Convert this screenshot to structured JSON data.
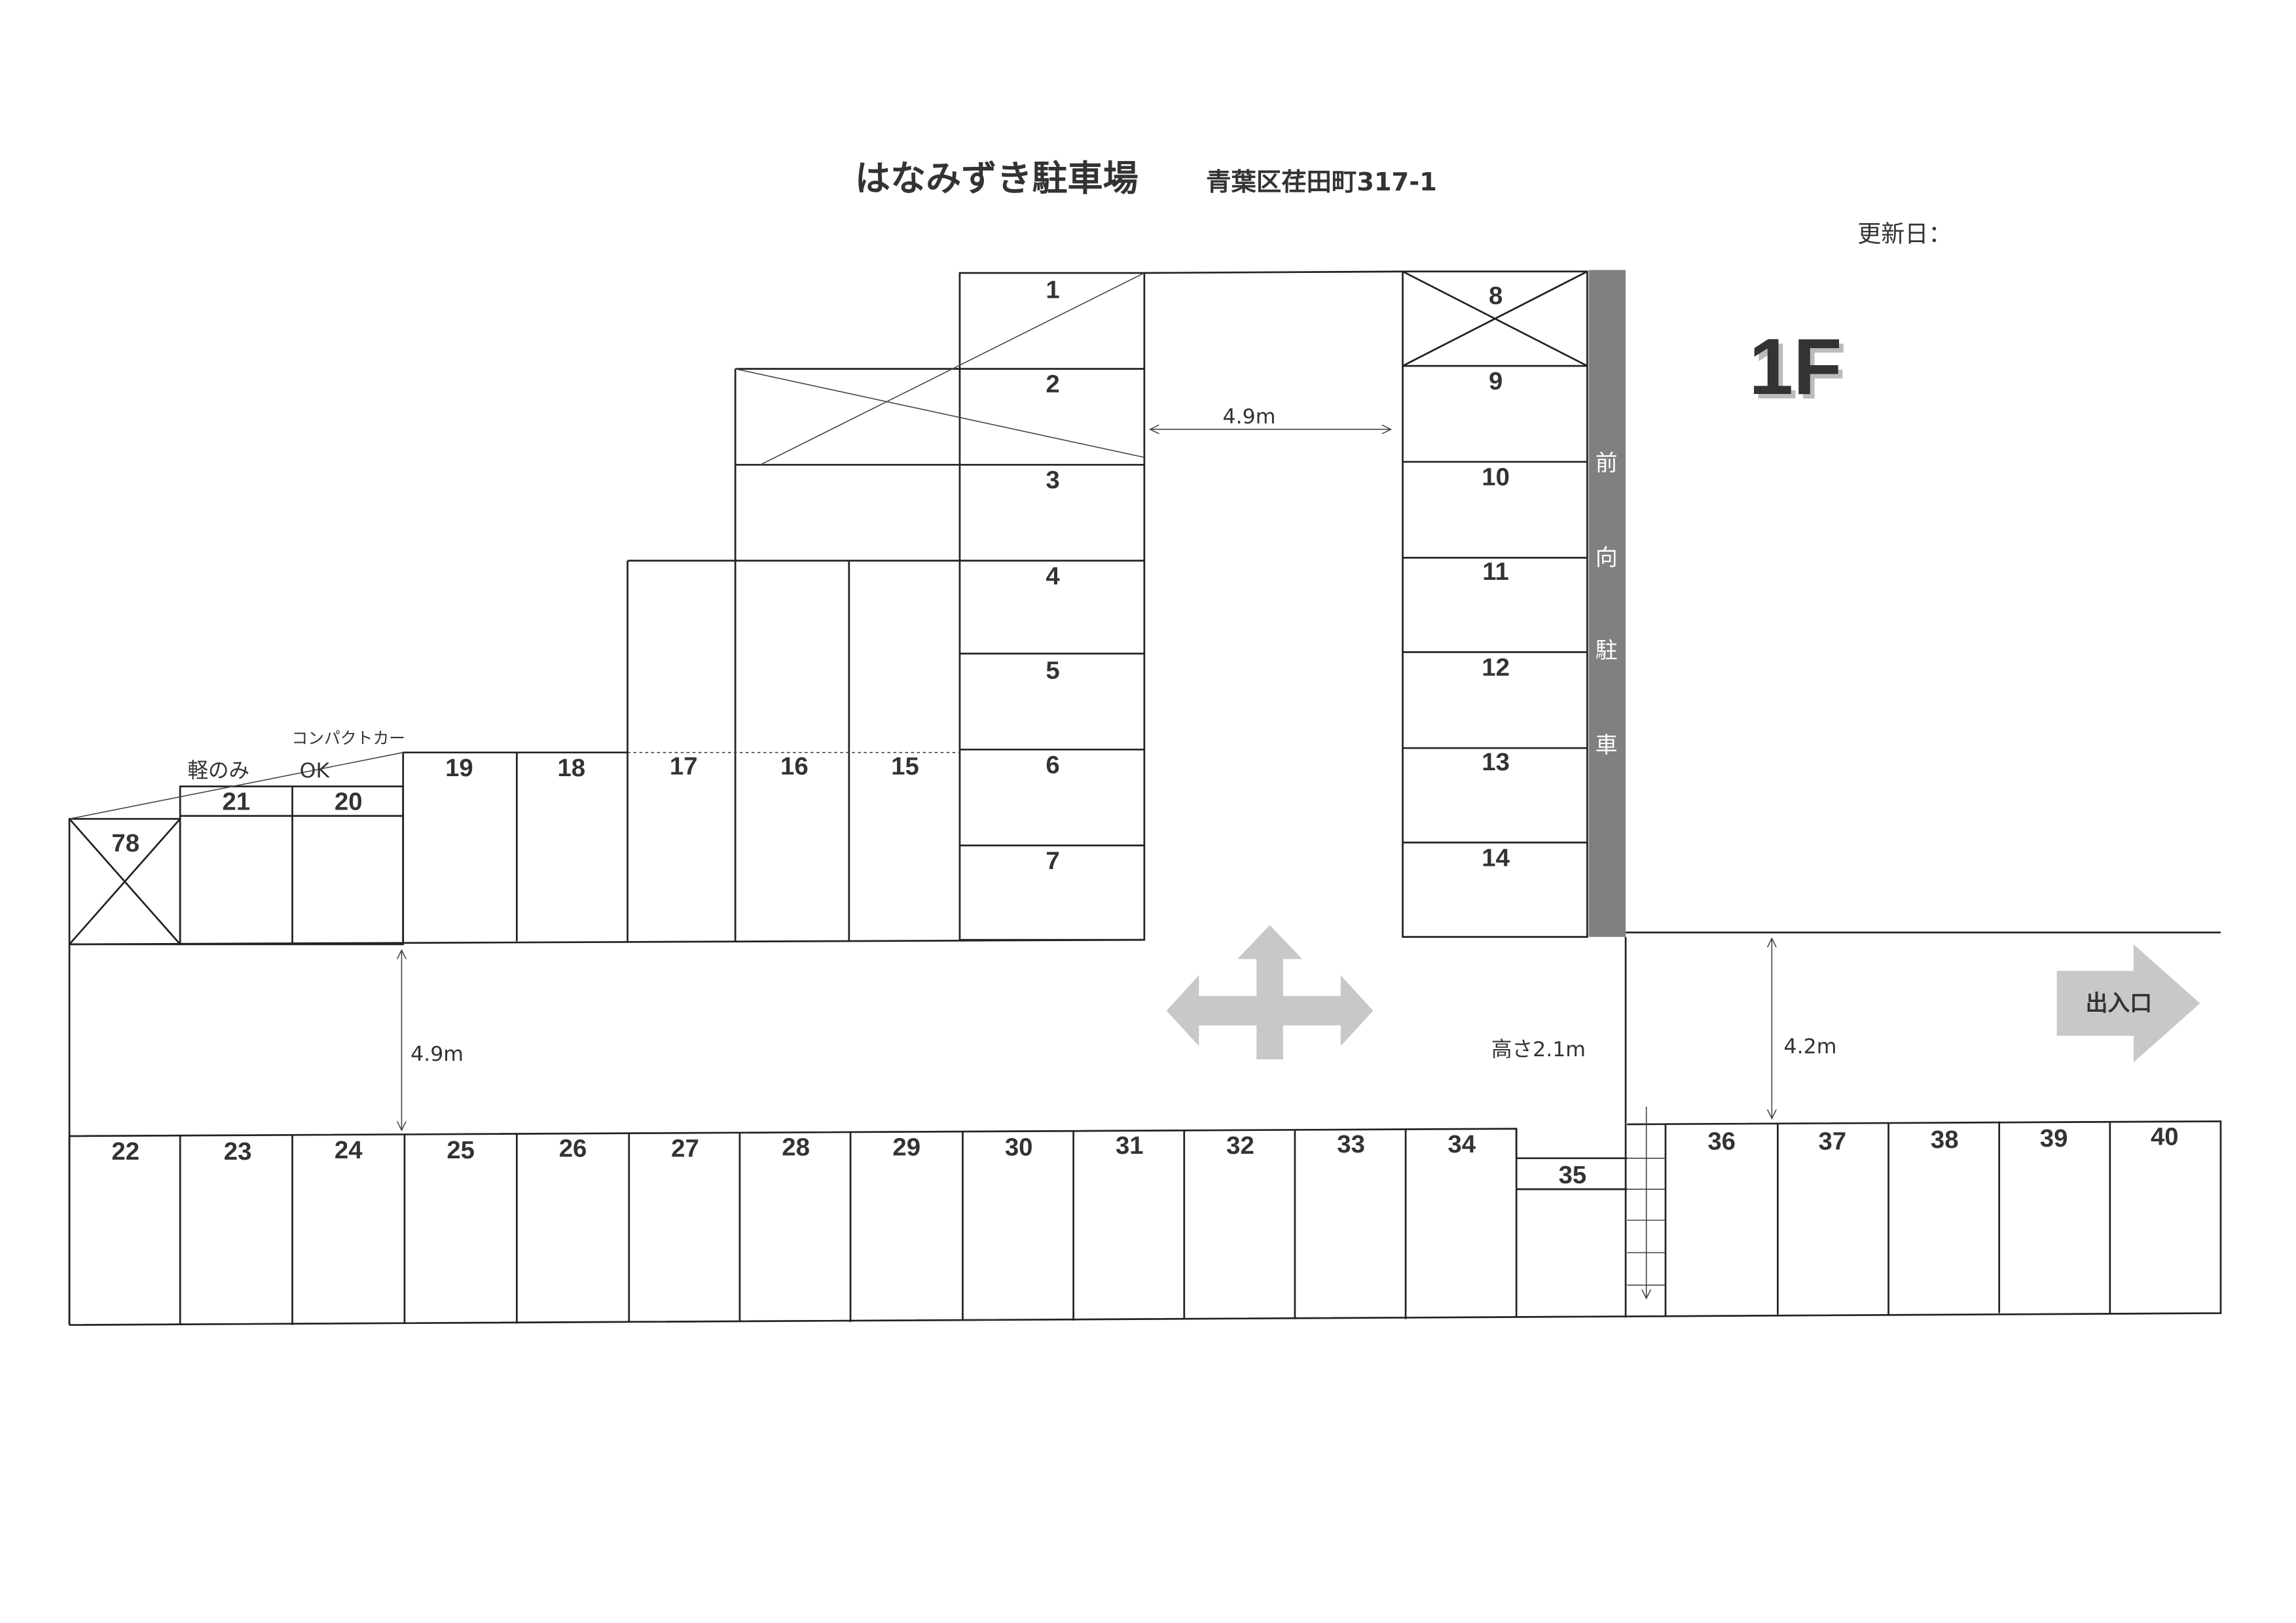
{
  "header": {
    "title": "はなみずき駐車場",
    "address": "青葉区荏田町317-1",
    "updated_label": "更新日：",
    "floor": "1F"
  },
  "notes": {
    "front_parking": [
      "前",
      "向",
      "駐",
      "車"
    ],
    "kei_only": "軽のみ",
    "compact_car": "コンパクトカー",
    "ok": "OK",
    "aisle_width_top": "4.9m",
    "aisle_width_left": "4.9m",
    "aisle_width_right": "4.2m",
    "height_limit": "高さ2.1m",
    "entrance": "出入口"
  },
  "spaces": {
    "col_a": [
      "1",
      "2",
      "3",
      "4",
      "5",
      "6",
      "7"
    ],
    "col_b": [
      "8",
      "9",
      "10",
      "11",
      "12",
      "13",
      "14"
    ],
    "middle_row": [
      "15",
      "16",
      "17",
      "18",
      "19"
    ],
    "small": [
      "20",
      "21",
      "78"
    ],
    "bottom_row": [
      "22",
      "23",
      "24",
      "25",
      "26",
      "27",
      "28",
      "29",
      "30",
      "31",
      "32",
      "33",
      "34"
    ],
    "narrow": "35",
    "right_row": [
      "36",
      "37",
      "38",
      "39",
      "40"
    ]
  },
  "unavailable_spaces": [
    "8",
    "78"
  ],
  "colors": {
    "line": "#222222",
    "bar": "#808080",
    "arrow": "#c8c8c8"
  }
}
